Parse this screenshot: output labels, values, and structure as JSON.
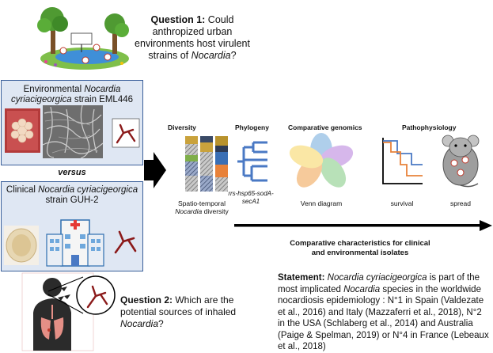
{
  "question1": {
    "label": "Question 1:",
    "text": " Could anthropized urban environments host virulent strains of ",
    "italic": "Nocardia",
    "end": "?"
  },
  "environmental": {
    "prefix": "Environmental ",
    "species": "Nocardia cyriacigeorgica",
    "suffix": " strain EML446"
  },
  "versus": "versus",
  "clinical": {
    "prefix": "Clinical ",
    "species": "Nocardia cyriacigeorgica",
    "suffix": " strain GUH-2"
  },
  "analyses": {
    "diversity": "Diversity",
    "phylogeny": "Phylogeny",
    "comparative_genomics": "Comparative genomics",
    "pathophysiology": "Pathophysiology",
    "diversity_caption_1": "Spatio-temporal",
    "diversity_caption_2": "Nocardia",
    "diversity_caption_3": " diversity",
    "phylogeny_caption": "rrs-hsp65-sodA-secA1",
    "venn_caption": "Venn diagram",
    "survival_caption": "survival",
    "spread_caption": "spread"
  },
  "comparative": {
    "line1": "Comparative characteristics for clinical",
    "line2": "and environmental isolates"
  },
  "question2": {
    "label": "Question 2:",
    "text": " Which are the potential sources of inhaled ",
    "italic": "Nocardia",
    "end": "?"
  },
  "statement": {
    "label": "Statement:",
    "part1": " ",
    "species": "Nocardia cyriacigeorgica",
    "part2": " is part of the most implicated ",
    "genus": "Nocardia",
    "part3": " species in the worldwide nocardiosis epidemiology : N°1 in Spain (Valdezate et al., 2016) and Italy (Mazzaferri et al., 2018), N°2 in the USA (Schlaberg et al., 2014) and Australia (Paige & Spelman, 2019) or N°4 in France (Lebeaux et al., 2018)"
  },
  "colors": {
    "box_fill": "#dfe7f3",
    "box_border": "#3a5f9a",
    "tree_blue": "#4a79c4"
  }
}
